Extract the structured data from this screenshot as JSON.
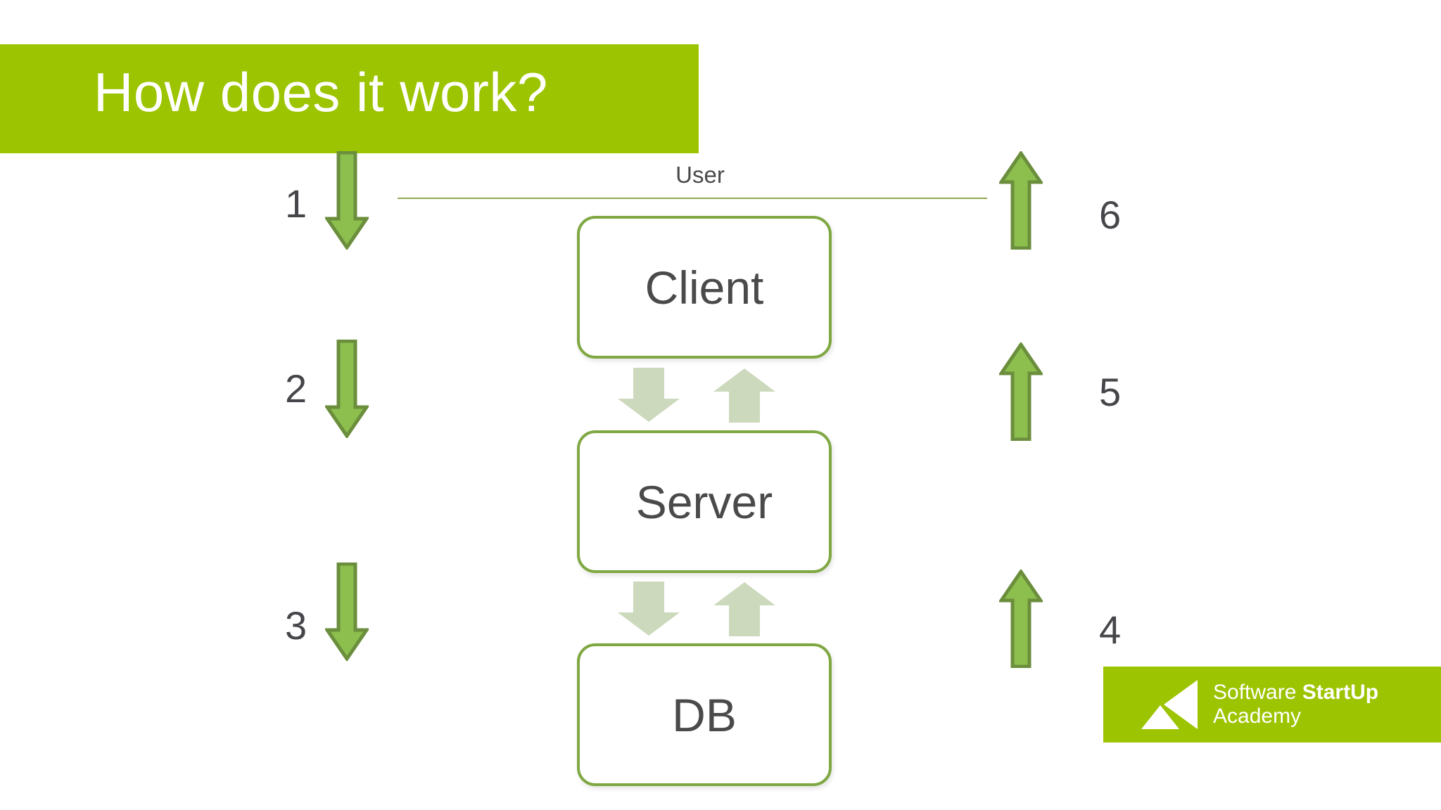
{
  "slide": {
    "title": "How does it work?",
    "background_color": "#ffffff"
  },
  "theme": {
    "brand_green": "#9CC400",
    "arrow_green_fill": "#8CBF4D",
    "arrow_green_border": "#6B8E3D",
    "pale_arrow": "#CDD9BC",
    "box_border": "#7FA843",
    "text_dark": "#4a4a4a",
    "rule_green": "#8FA84E"
  },
  "diagram": {
    "user_label": "User",
    "nodes": [
      {
        "id": "client",
        "label": "Client"
      },
      {
        "id": "server",
        "label": "Server"
      },
      {
        "id": "db",
        "label": "DB"
      }
    ],
    "left_steps": [
      {
        "number": "1",
        "direction": "down"
      },
      {
        "number": "2",
        "direction": "down"
      },
      {
        "number": "3",
        "direction": "down"
      }
    ],
    "right_steps": [
      {
        "number": "6",
        "direction": "up"
      },
      {
        "number": "5",
        "direction": "up"
      },
      {
        "number": "4",
        "direction": "up"
      }
    ],
    "inner_connectors": [
      {
        "id": "client-server-down",
        "direction": "down"
      },
      {
        "id": "client-server-up",
        "direction": "up"
      },
      {
        "id": "server-db-down",
        "direction": "down"
      },
      {
        "id": "server-db-up",
        "direction": "up"
      }
    ]
  },
  "logo": {
    "line1_regular": "Software ",
    "line1_bold": "StartUp",
    "line2": "Academy"
  }
}
